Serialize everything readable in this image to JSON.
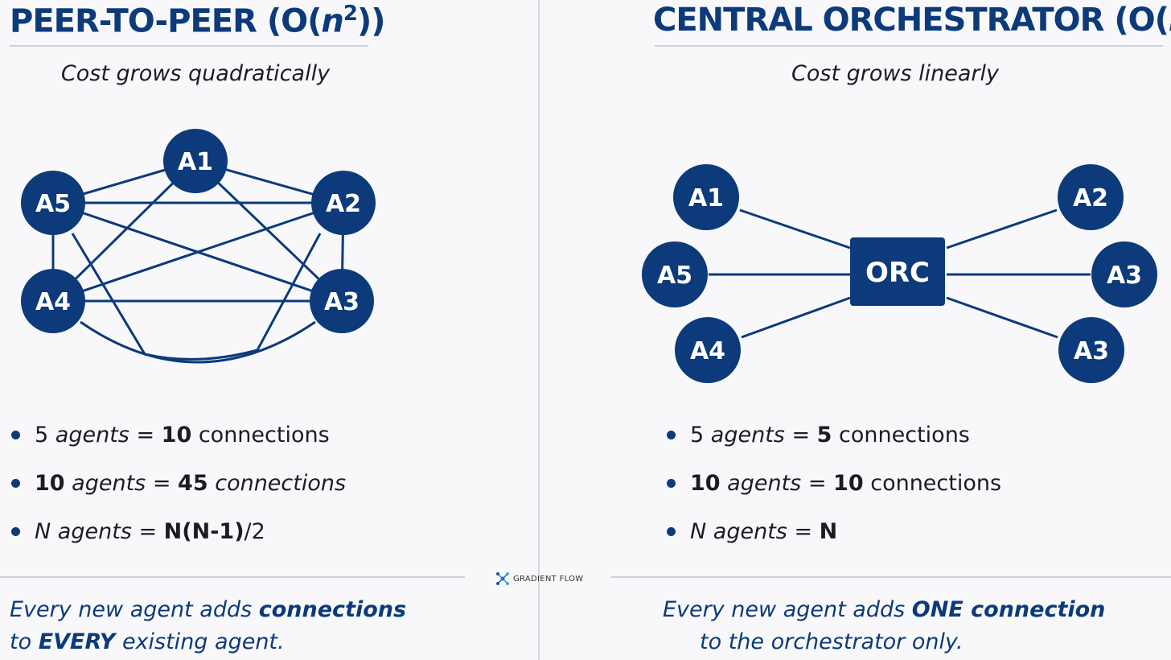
{
  "colors": {
    "navy": "#0c3a7a",
    "text": "#1c1c24",
    "rule": "#c9d1dd",
    "background": "#f8f8fa"
  },
  "left": {
    "title_prefix": "PEER-TO-PEER (O(",
    "title_var": "n",
    "title_sup": "2",
    "title_suffix": "))",
    "subtitle": "Cost grows quadratically",
    "nodes": [
      "A1",
      "A2",
      "A3",
      "A4",
      "A5"
    ],
    "edges": [
      [
        "A1",
        "A2"
      ],
      [
        "A1",
        "A3"
      ],
      [
        "A1",
        "A4"
      ],
      [
        "A1",
        "A5"
      ],
      [
        "A2",
        "A3"
      ],
      [
        "A2",
        "A4"
      ],
      [
        "A2",
        "A5"
      ],
      [
        "A3",
        "A4"
      ],
      [
        "A3",
        "A5"
      ],
      [
        "A4",
        "A5"
      ]
    ],
    "bullets": [
      {
        "n": "5",
        "agents": "agents",
        "eq": "=",
        "count": "10",
        "unit": "connections"
      },
      {
        "n": "10",
        "agents": "agents",
        "eq": "=",
        "count": "45",
        "unit": "connections"
      },
      {
        "n": "N",
        "agents": "agents",
        "eq": "=",
        "count": "N(N-1)",
        "unit": "/2"
      }
    ],
    "footer_1a": "Every new agent adds ",
    "footer_1b": "connections",
    "footer_2a": "to ",
    "footer_2b": "EVERY",
    "footer_2c": " existing agent."
  },
  "right": {
    "title_prefix": "CENTRAL ORCHESTRATOR (O(",
    "title_var": "n",
    "title_suffix": "))",
    "subtitle": "Cost grows linearly",
    "hub": "ORC",
    "nodes": [
      "A1",
      "A2",
      "A5",
      "A3",
      "A4",
      "A3"
    ],
    "bullets": [
      {
        "n": "5",
        "agents": "agents",
        "eq": "=",
        "count": "5",
        "unit": "connections"
      },
      {
        "n": "10",
        "agents": "agents",
        "eq": "=",
        "count": "10",
        "unit": "connections"
      },
      {
        "n": "N",
        "agents": "agents",
        "eq": "=",
        "count": "N",
        "unit": ""
      }
    ],
    "footer_1a": "Every new agent adds ",
    "footer_1b": "ONE connection",
    "footer_2a": "to the orchestrator only."
  },
  "logo": {
    "text": "GRADIENT FLOW",
    "icon": "network-nodes-icon"
  }
}
